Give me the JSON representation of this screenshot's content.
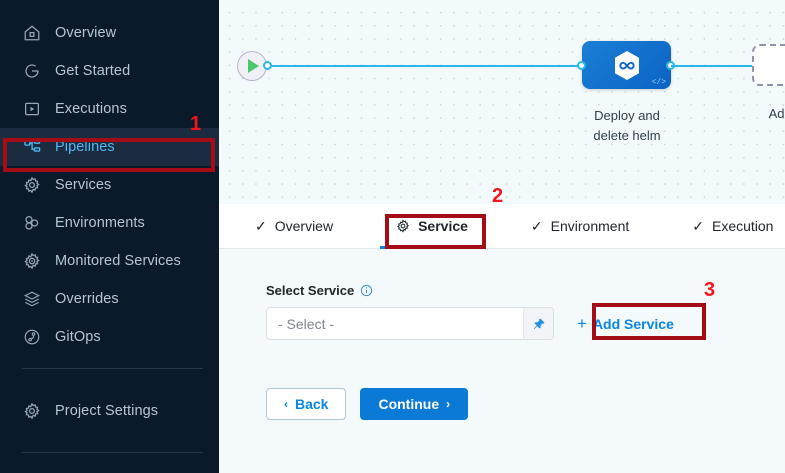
{
  "sidebar": {
    "items": [
      {
        "label": "Overview",
        "icon": "home-icon",
        "active": false
      },
      {
        "label": "Get Started",
        "icon": "power-circle-icon",
        "active": false
      },
      {
        "label": "Executions",
        "icon": "play-box-icon",
        "active": false
      },
      {
        "label": "Pipelines",
        "icon": "pipeline-nodes-icon",
        "active": true
      },
      {
        "label": "Services",
        "icon": "gear-icon",
        "active": false
      },
      {
        "label": "Environments",
        "icon": "environments-icon",
        "active": false
      },
      {
        "label": "Monitored Services",
        "icon": "gear-dot-icon",
        "active": false
      },
      {
        "label": "Overrides",
        "icon": "layers-icon",
        "active": false
      },
      {
        "label": "GitOps",
        "icon": "gitops-icon",
        "active": false
      }
    ],
    "footer_item": {
      "label": "Project Settings",
      "icon": "gear-icon"
    }
  },
  "canvas": {
    "start_node": {
      "icon": "play-icon"
    },
    "end_node": {
      "icon": "stop-icon"
    },
    "stage": {
      "label_line1": "Deploy and",
      "label_line2": "delete helm",
      "icon": "harness-cd-hexagon-icon",
      "corner_glyph": "</>"
    },
    "add_stage": {
      "label": "Add Stage",
      "plus": "+"
    }
  },
  "tabs": [
    {
      "label": "Overview",
      "icon": "check-icon",
      "active": false
    },
    {
      "label": "Service",
      "icon": "gear-icon",
      "active": true
    },
    {
      "label": "Environment",
      "icon": "check-icon",
      "active": false
    },
    {
      "label": "Execution",
      "icon": "check-icon",
      "active": false
    }
  ],
  "panel": {
    "field_label": "Select Service",
    "info_icon": "info-icon",
    "select_placeholder": "- Select -",
    "select_value": "",
    "pin_icon": "pin-icon",
    "add_service_label": "Add Service",
    "add_service_plus": "+",
    "back_label": "Back",
    "continue_label": "Continue",
    "back_chevron": "‹",
    "continue_chevron": "›"
  },
  "annotations": [
    {
      "number": "1",
      "target": "sidebar-item-pipelines"
    },
    {
      "number": "2",
      "target": "tab-service"
    },
    {
      "number": "3",
      "target": "add-service-link"
    }
  ],
  "colors": {
    "sidebar_bg": "#0b1a2b",
    "accent_blue": "#0a85e8",
    "annotation_red": "#a50d16",
    "edge_cyan": "#29b6e8"
  }
}
